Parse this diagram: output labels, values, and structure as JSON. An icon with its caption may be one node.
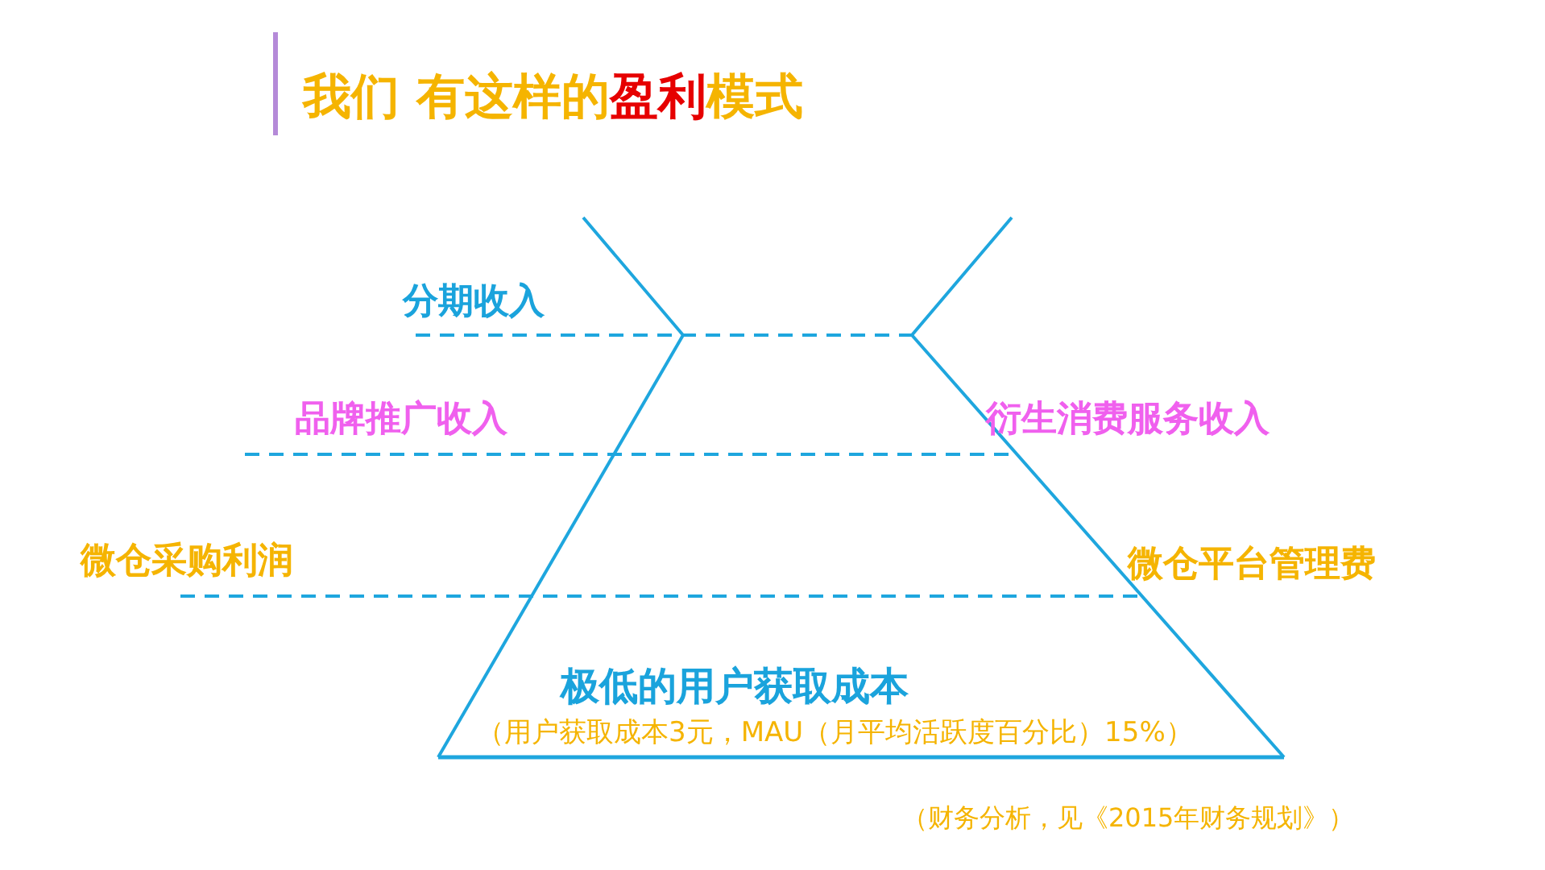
{
  "diagram": {
    "title": "我们  有这样的**盈利**模式",
    "labels": [
      "分期收入",
      "品牌推广收入",
      "衍生消费服务收入",
      "微仓采购利润",
      "微仓平台管理费",
      "极低的用户获取成本",
      "（用户获取成本3元，MAU（月平均活跃度百分比）15%）"
    ],
    "caption": "（财务分析，见《2015年财务规划》）"
  }
}
